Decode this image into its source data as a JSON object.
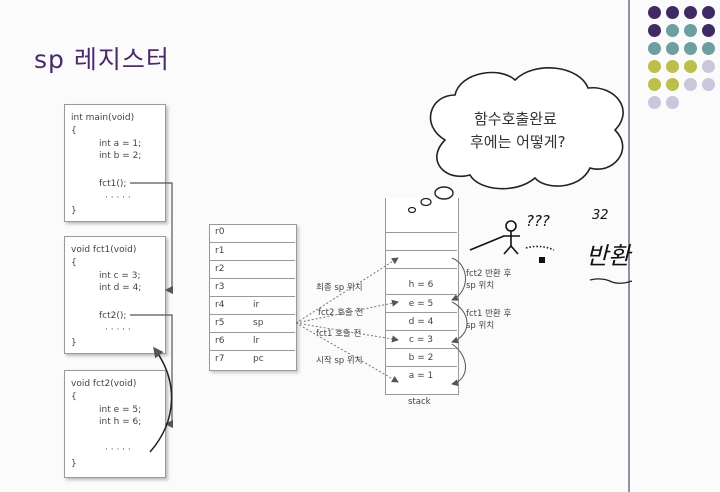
{
  "slide": {
    "title": "sp 레지스터",
    "accent_color": "#4a2a6a",
    "dot_colors": {
      "purple": "#3f2a64",
      "teal": "#6d9fa0",
      "olive": "#bcbf4c",
      "lavender": "#c9c7dc"
    }
  },
  "code": {
    "main": [
      "int main(void)",
      "{",
      "int a = 1;",
      "int b = 2;",
      "fct1();",
      "· · · · ·",
      "}"
    ],
    "fct1": [
      "void fct1(void)",
      "{",
      "int c = 3;",
      "int d = 4;",
      "fct2();",
      "· · · · ·",
      "}"
    ],
    "fct2": [
      "void fct2(void)",
      "{",
      "int e = 5;",
      "int h = 6;",
      "· · · · ·",
      "}"
    ]
  },
  "registers": [
    {
      "name": "r0",
      "alias": ""
    },
    {
      "name": "r1",
      "alias": ""
    },
    {
      "name": "r2",
      "alias": ""
    },
    {
      "name": "r3",
      "alias": ""
    },
    {
      "name": "r4",
      "alias": "ir"
    },
    {
      "name": "r5",
      "alias": "sp"
    },
    {
      "name": "r6",
      "alias": "lr"
    },
    {
      "name": "r7",
      "alias": "pc"
    }
  ],
  "stack": {
    "cells": [
      "",
      "",
      "",
      "h = 6",
      "e = 5",
      "d = 4",
      "c = 3",
      "b = 2",
      "a = 1"
    ],
    "label": "stack"
  },
  "sp_labels": [
    "최종 sp 위치",
    "fct2 호출 전",
    "fct1 호출 전",
    "시작 sp 위치"
  ],
  "return_labels": [
    {
      "line1": "fct2 반환 후",
      "line2": "sp 위치"
    },
    {
      "line1": "fct1 반환 후",
      "line2": "sp 위치"
    }
  ],
  "cloud": {
    "line1": "함수호출완료",
    "line2": "후에는 어떻게?"
  },
  "handwriting": {
    "question": "???",
    "number": "32",
    "word": "반환"
  }
}
